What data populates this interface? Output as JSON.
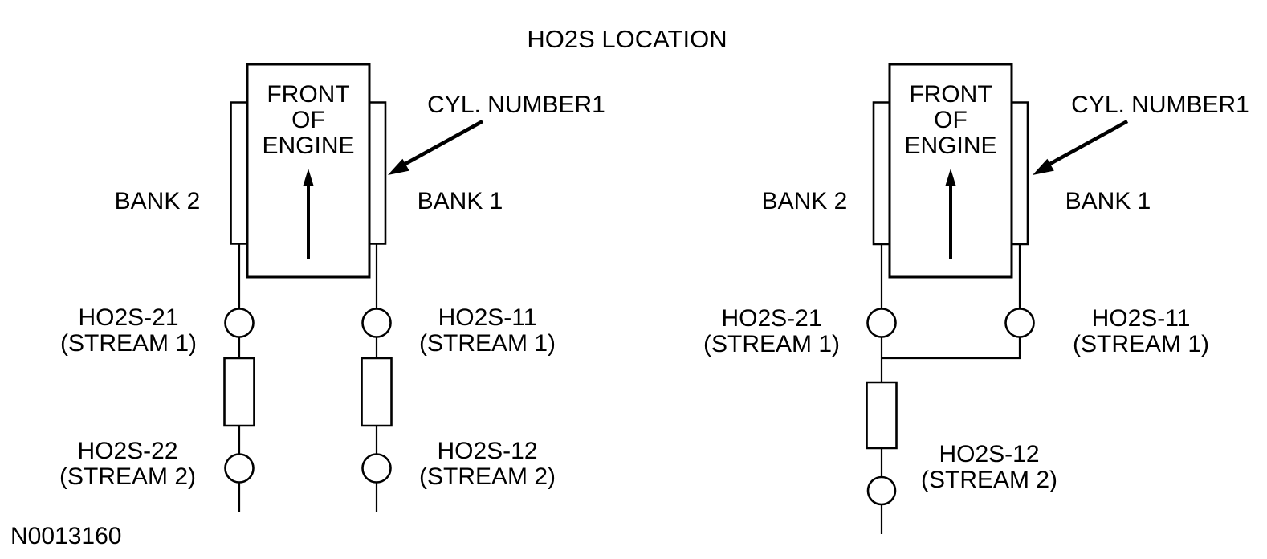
{
  "title": "HO2S LOCATION",
  "figure_number": "N0013160",
  "colors": {
    "line": "#000000",
    "background": "#ffffff"
  },
  "diagrams": [
    {
      "id": "dual-exhaust",
      "engine_front_label": "FRONT\nOF\nENGINE",
      "bank_left_label": "BANK 2",
      "bank_right_label": "BANK 1",
      "cylinder_label": "CYL. NUMBER1",
      "sensors": {
        "upstream_left": {
          "name": "HO2S-21",
          "stream": "(STREAM 1)"
        },
        "upstream_right": {
          "name": "HO2S-11",
          "stream": "(STREAM 1)"
        },
        "downstream_left": {
          "name": "HO2S-22",
          "stream": "(STREAM 2)"
        },
        "downstream_right": {
          "name": "HO2S-12",
          "stream": "(STREAM 2)"
        }
      }
    },
    {
      "id": "y-pipe-exhaust",
      "engine_front_label": "FRONT\nOF\nENGINE",
      "bank_left_label": "BANK 2",
      "bank_right_label": "BANK 1",
      "cylinder_label": "CYL. NUMBER1",
      "sensors": {
        "upstream_left": {
          "name": "HO2S-21",
          "stream": "(STREAM 1)"
        },
        "upstream_right": {
          "name": "HO2S-11",
          "stream": "(STREAM 1)"
        },
        "downstream": {
          "name": "HO2S-12",
          "stream": "(STREAM 2)"
        }
      }
    }
  ]
}
